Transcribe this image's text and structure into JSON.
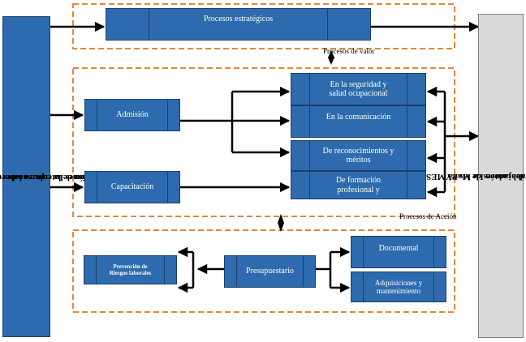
{
  "colors": {
    "box_fill": "#2e6bae",
    "box_border": "#1c3f6a",
    "left_bar": "#2e6bae",
    "right_bar": "#d9d9d9",
    "dashed": "#e0893a"
  },
  "left_bar": {
    "line1": "Sistematización de la cultura laboral en el mejoramiento de",
    "line2": "las relaciones Interpersonales en las PYMES"
  },
  "right_bar": {
    "line1": "Satisfacción de los trabajadores de las PYMES del sector",
    "line2": "comercial del cantón La Maná"
  },
  "strategic": {
    "label": "Procesos estratégicos"
  },
  "value_section": {
    "label": "Procesos de valor",
    "admision": "Admisión",
    "capacitacion": "Capacitación",
    "outcomes": [
      {
        "line1": "En la seguridad y",
        "line2": "salud ocupacional"
      },
      {
        "line1": "En la comunicación",
        "line2": ""
      },
      {
        "line1": "De reconocimientos y",
        "line2": "méritos"
      },
      {
        "line1": "De formación",
        "line2": "profesional y"
      }
    ]
  },
  "action_section": {
    "label": "Procesos de Acción",
    "prevencion": {
      "line1": "Prevención de",
      "line2": "Riesgos laborales"
    },
    "presupuestario": "Presupuestario",
    "documental": "Documental",
    "adquisiciones": {
      "line1": "Adquisiciones y",
      "line2": "mantenimiento"
    }
  }
}
